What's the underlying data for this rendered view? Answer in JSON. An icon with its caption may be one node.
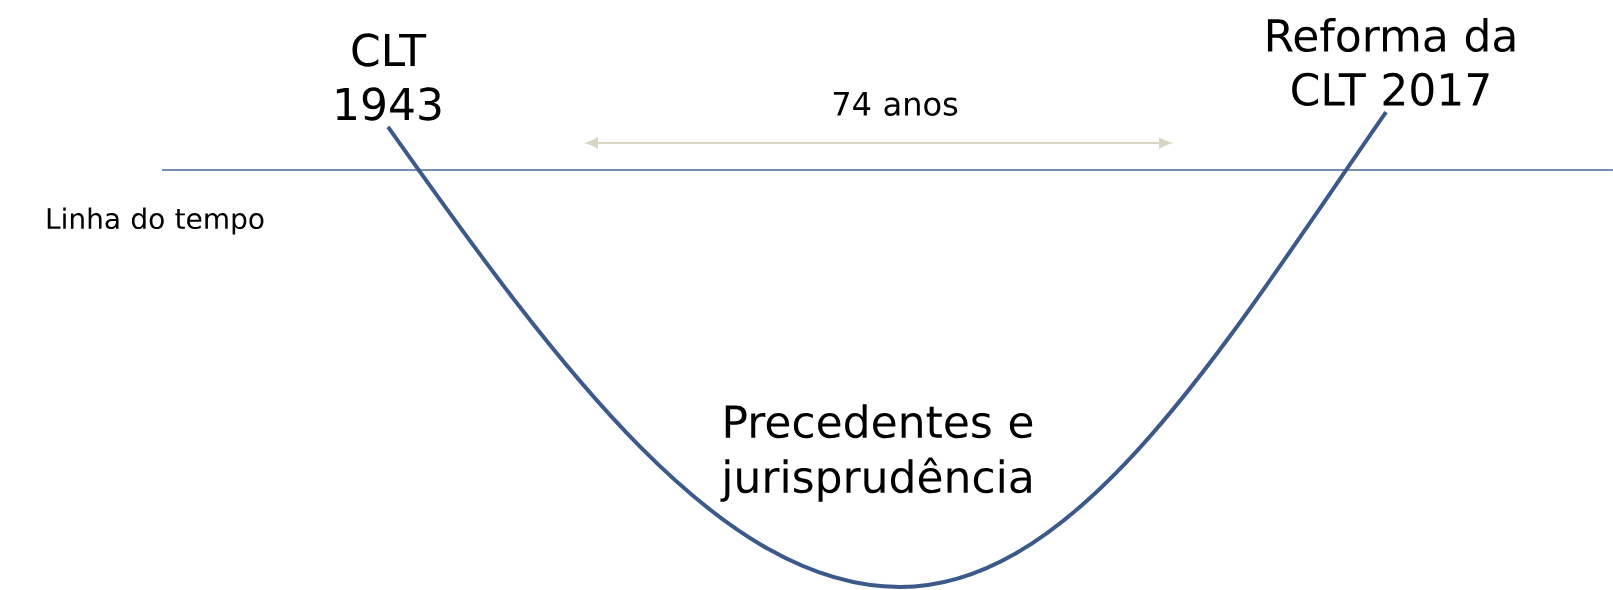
{
  "diagram": {
    "nodes": [
      {
        "text": [
          "CLT 1943"
        ]
      },
      {
        "text": [
          "Reforma da CLT 2017"
        ]
      }
    ],
    "edges": [
      {
        "from": 0,
        "to": 1,
        "arrow": "none",
        "color": "#3b5a8a"
      }
    ],
    "labels": [
      "74 anos",
      "Linha do tempo",
      "Precedentes e jurisprudência"
    ]
  }
}
